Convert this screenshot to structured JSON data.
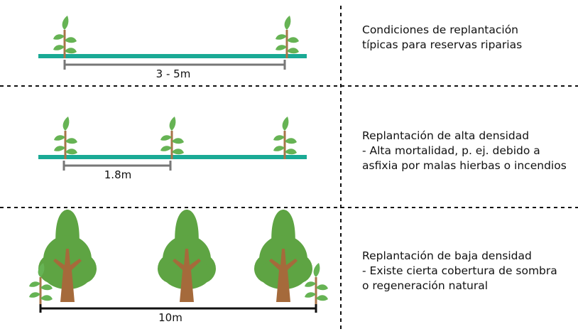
{
  "panels": [
    {
      "description": [
        "Condiciones de replantación",
        "típicas para reservas riparias"
      ],
      "spacing_label": "3 - 5m"
    },
    {
      "description": [
        "Replantación de alta densidad",
        "- Alta mortalidad, p. ej. debido a",
        "asfixia por malas hierbas o incendios"
      ],
      "spacing_label": "1.8m"
    },
    {
      "description": [
        "Replantación de baja densidad",
        "- Existe cierta cobertura de sombra",
        "o regeneración natural"
      ],
      "spacing_label": "10m"
    }
  ],
  "colors": {
    "ground": "#1aaa95",
    "seedling_leaf": "#66b354",
    "seedling_stem": "#a87448",
    "tree_canopy": "#5ea443",
    "tree_trunk": "#a56a3b",
    "dimension_line": "#777777",
    "divider": "#111111"
  }
}
